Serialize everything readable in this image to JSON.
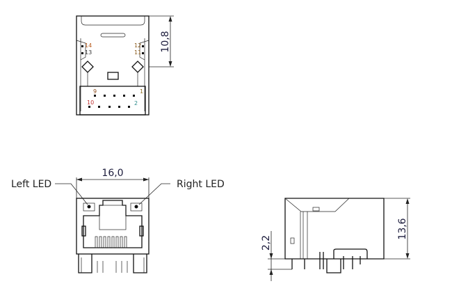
{
  "top_view": {
    "dimension": "10,8",
    "pin_labels": {
      "p14": "14",
      "p13": "13",
      "p12": "12",
      "p11": "11",
      "p9": "9",
      "p1": "1",
      "p10": "10",
      "p2": "2"
    },
    "pin_colors": {
      "p14": "#b85a1a",
      "p13": "#333333",
      "p12": "#8a5a1a",
      "p11": "#8a5a1a",
      "p9": "#8a4a1a",
      "p1": "#8a6a1a",
      "p10": "#c03030",
      "p2": "#2a8a8a"
    }
  },
  "front_view": {
    "dimension": "16,0",
    "left_led_label": "Left LED",
    "right_led_label": "Right LED"
  },
  "side_view": {
    "height_dimension": "13,6",
    "pin_dimension": "2,2",
    "pin_dimension_color": "#3a2a6a"
  }
}
